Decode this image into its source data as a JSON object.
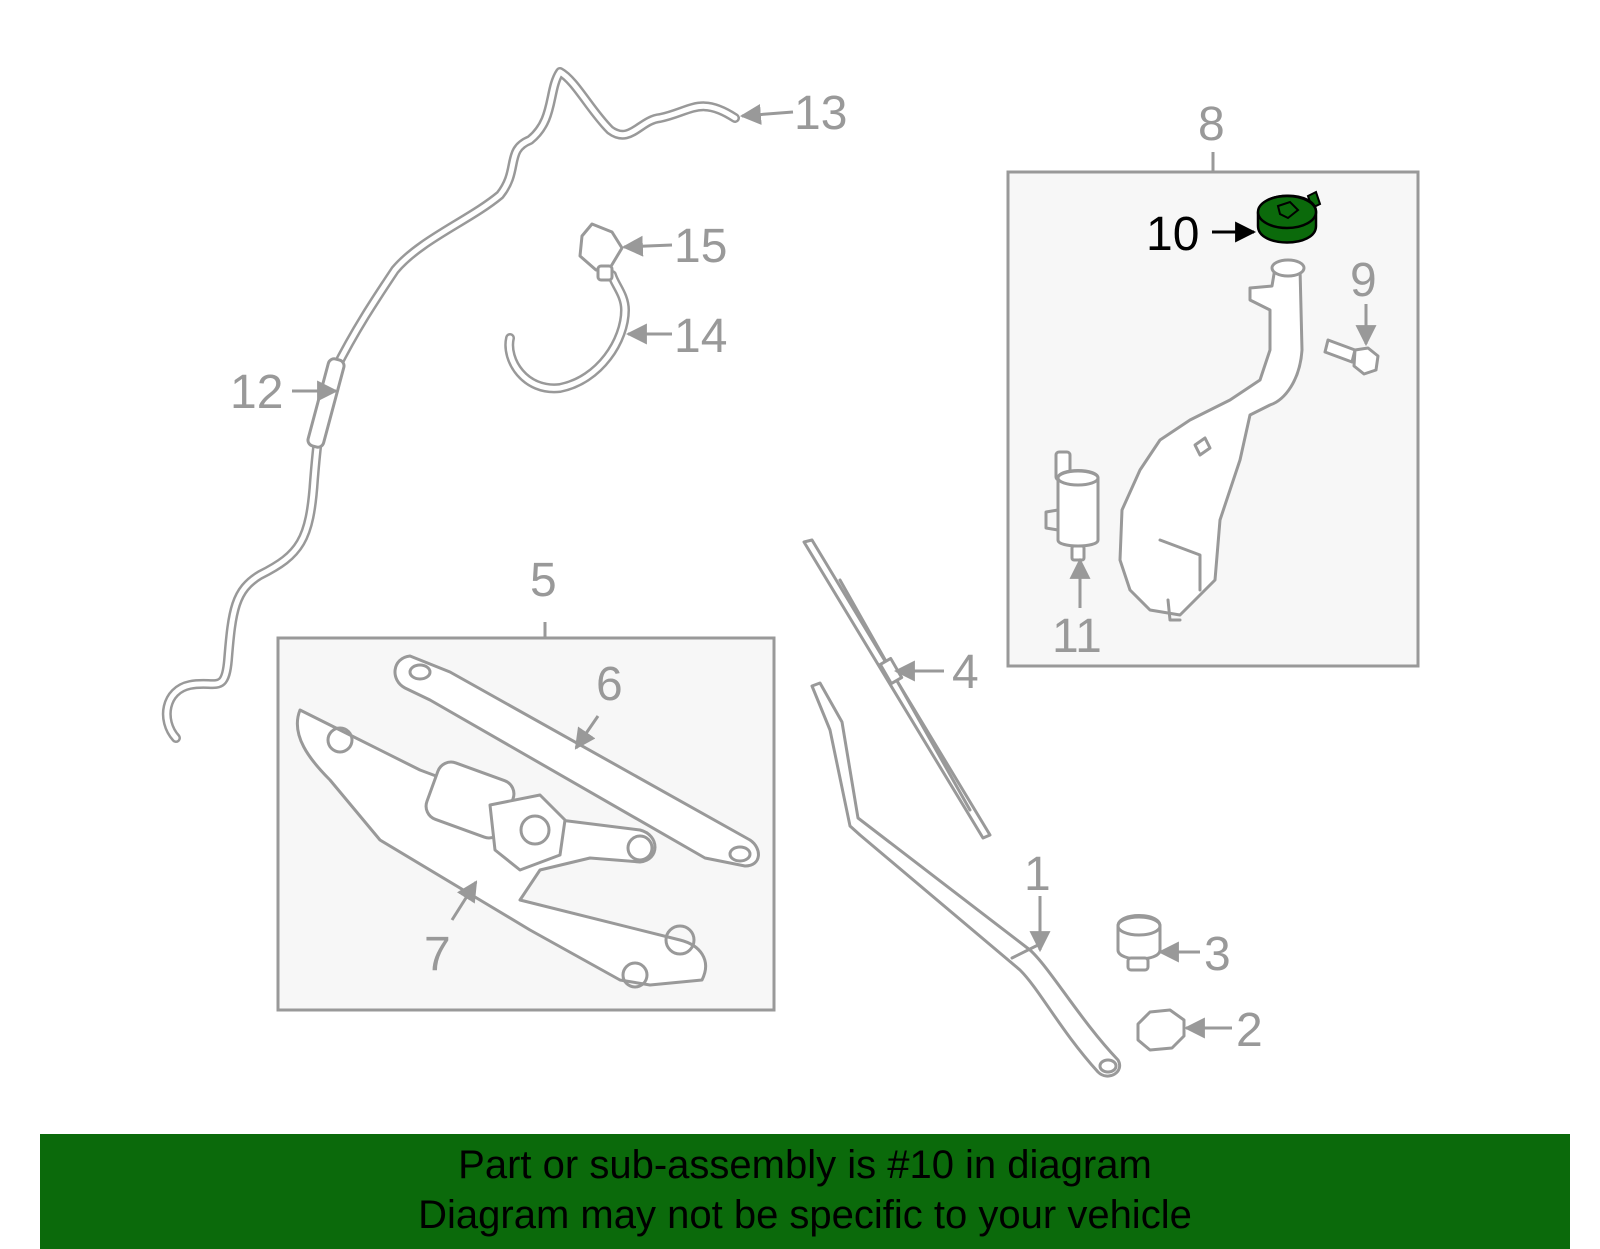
{
  "callouts": {
    "c1": "1",
    "c2": "2",
    "c3": "3",
    "c4": "4",
    "c5": "5",
    "c6": "6",
    "c7": "7",
    "c8": "8",
    "c9": "9",
    "c10": "10",
    "c11": "11",
    "c12": "12",
    "c13": "13",
    "c14": "14",
    "c15": "15"
  },
  "highlight": {
    "part_number": "10",
    "color": "#0b6a0b"
  },
  "colors": {
    "line": "#999999",
    "box_fill": "#f7f7f7",
    "banner": "#0b6a0b"
  },
  "banner": {
    "line1": "Part or sub-assembly is #10 in diagram",
    "line2": "Diagram may not be specific to your vehicle"
  }
}
